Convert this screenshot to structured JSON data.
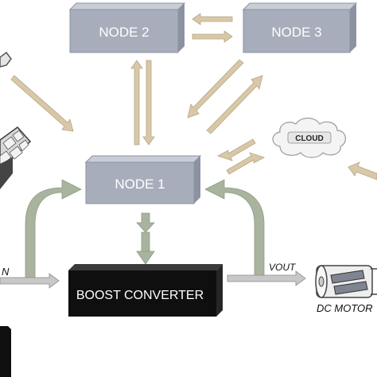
{
  "diagram": {
    "node1_label": "NODE 1",
    "node2_label": "NODE 2",
    "node3_label": "NODE 3",
    "cloud_label": "CLOUD",
    "boost_label": "BOOST CONVERTER",
    "vin_label": "N",
    "vout_label": "VOUT",
    "motor_label": "DC MOTOR"
  },
  "colors": {
    "node_fill": "#a7adbb",
    "node_side": "#8b92a1",
    "node_top": "#c9cdd6",
    "beige_arrow": "#d9c8a8",
    "green_arrow": "#a9b49e",
    "gray_arrow": "#c8c8c8",
    "boost_fill": "#0f0f0f"
  }
}
